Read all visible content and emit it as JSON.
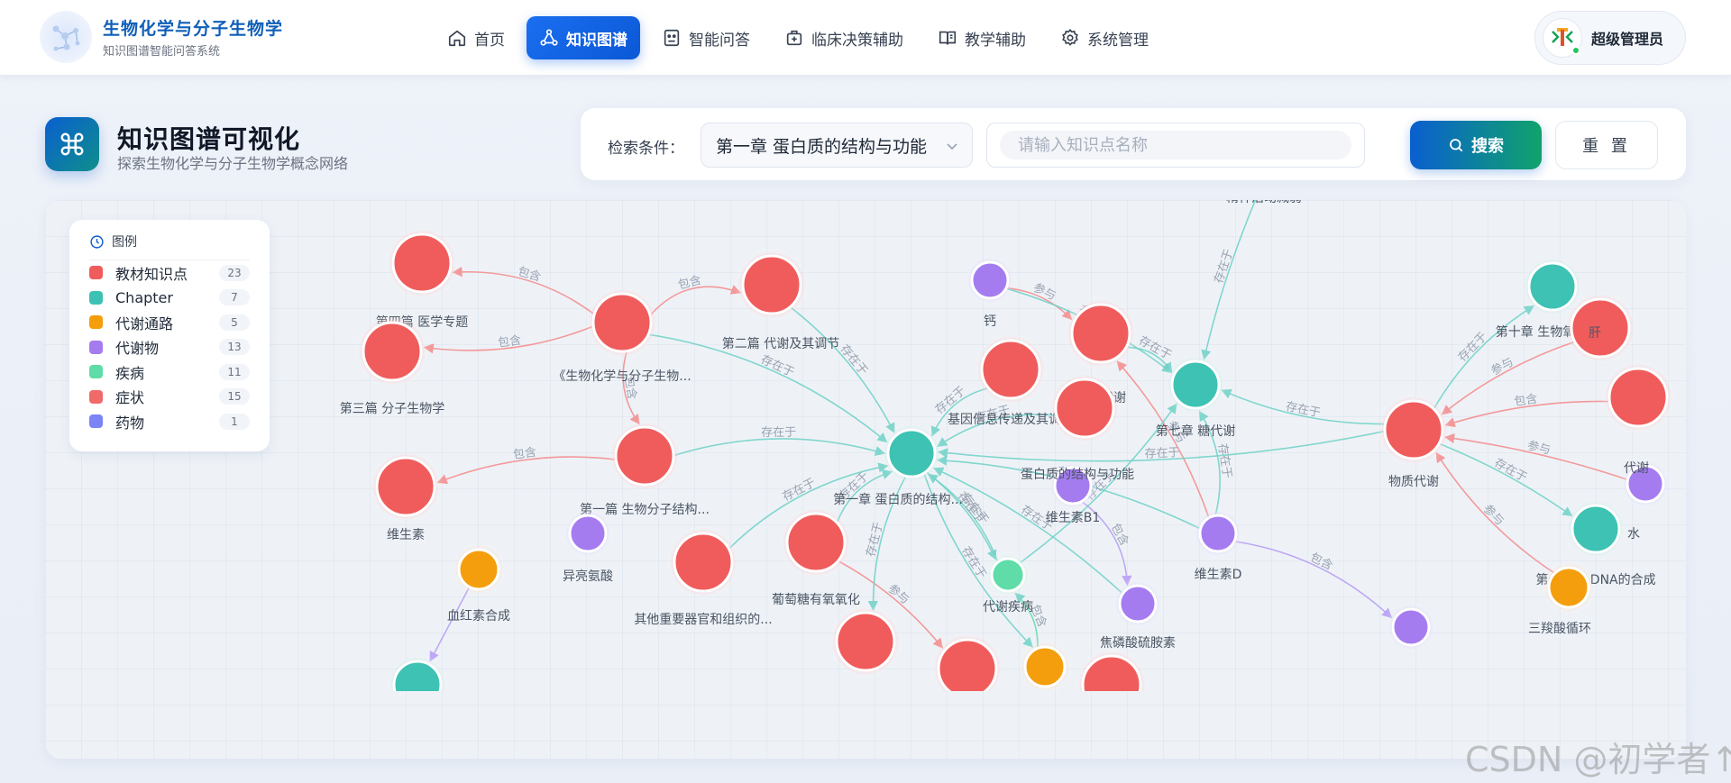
{
  "app": {
    "title": "生物化学与分子生物学",
    "subtitle": "知识图谱智能问答系统"
  },
  "nav": {
    "items": [
      {
        "label": "首页",
        "icon": "home-icon"
      },
      {
        "label": "知识图谱",
        "icon": "graph-icon",
        "active": true
      },
      {
        "label": "智能问答",
        "icon": "robot-icon"
      },
      {
        "label": "临床决策辅助",
        "icon": "medical-case-icon"
      },
      {
        "label": "教学辅助",
        "icon": "book-icon"
      },
      {
        "label": "系统管理",
        "icon": "gear-icon"
      }
    ]
  },
  "user": {
    "name": "超级管理员",
    "status_color": "#22c55e"
  },
  "page": {
    "title": "知识图谱可视化",
    "subtitle": "探索生物化学与分子生物学概念网络"
  },
  "search": {
    "label": "检索条件：",
    "chapter_value": "第一章 蛋白质的结构与功能",
    "placeholder": "请输入知识点名称",
    "search_label": "搜索",
    "reset_label": "重 置"
  },
  "legend": {
    "title": "图例",
    "items": [
      {
        "name": "教材知识点",
        "count": "23",
        "color": "#f05b5b"
      },
      {
        "name": "Chapter",
        "count": "7",
        "color": "#3cc2b4"
      },
      {
        "name": "代谢通路",
        "count": "5",
        "color": "#f59e0b"
      },
      {
        "name": "代谢物",
        "count": "13",
        "color": "#a57cf0"
      },
      {
        "name": "疾病",
        "count": "11",
        "color": "#5fdca7"
      },
      {
        "name": "症状",
        "count": "15",
        "color": "#f06a6a"
      },
      {
        "name": "药物",
        "count": "1",
        "color": "#7c83f5"
      }
    ]
  },
  "graph": {
    "colors": {
      "textbook": "#f05b5b",
      "chapter": "#3cc2b4",
      "pathway": "#f59e0b",
      "metabolite": "#a57cf0",
      "disease": "#5fdca7",
      "edge_contain": "#f58a8a",
      "edge_exist": "#6fd2c6",
      "edge_purple": "#b69cf5"
    },
    "node_labels": {
      "n_book": "《生物化学与分子生物...",
      "n_part4": "第四篇 医学专题",
      "n_part3": "第三篇 分子生物学",
      "n_part2": "第二篇 代谢及其调节",
      "n_part1": "第一篇 生物分子结构...",
      "n_vitamin": "维生素",
      "n_ch1": "第一章 蛋白质的结构...",
      "n_gene": "基因信息传递及其调控",
      "n_ca": "钙",
      "n_caemb": "钙磷代谢",
      "n_ch7": "第七章 糖代谢",
      "n_protein": "蛋白质的结构与功能",
      "n_vb1": "维生素B1",
      "n_metdis": "代谢疾病",
      "n_vd": "维生素D",
      "n_tpp": "焦磷酸硫胺素",
      "n_glu": "葡萄糖有氧氧化",
      "n_organ": "其他重要器官和组织的...",
      "n_ile": "异亮氨酸",
      "n_heme": "血红素合成",
      "n_matmet": "物质代谢",
      "n_ch10": "第十章 生物氧化",
      "n_liver": "肝",
      "n_metab": "代谢",
      "n_water": "水",
      "n_ch14": "第十四章 DNA的合成",
      "n_tca": "三羧酸循环",
      "n_mental": "精神活动减弱"
    },
    "edge_labels": {
      "contain": "包含",
      "exist": "存在于",
      "participate": "参与"
    }
  },
  "watermark": "CSDN @初学者↑"
}
